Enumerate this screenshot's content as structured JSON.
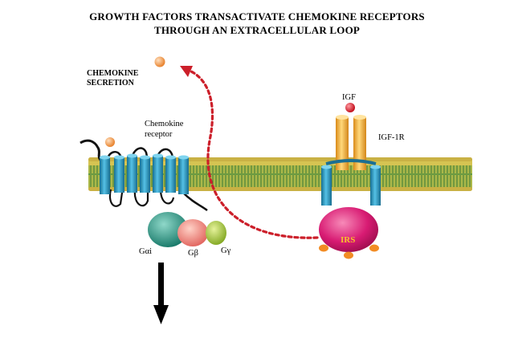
{
  "title": {
    "line1": "GROWTH FACTORS TRANSACTIVATE CHEMOKINE RECEPTORS",
    "line2": "THROUGH AN EXTRACELLULAR LOOP"
  },
  "labels": {
    "chemokine_secretion_line1": "CHEMOKINE",
    "chemokine_secretion_line2": "SECRETION",
    "chemokine_receptor_line1": "Chemokine",
    "chemokine_receptor_line2": "receptor",
    "igf": "IGF",
    "igf1r": "IGF-1R",
    "irs": "IRS",
    "g_alpha_i": "Gαi",
    "g_beta": "Gβ",
    "g_gamma": "Gγ"
  },
  "colors": {
    "receptor_blue": "#2e9bc6",
    "irs_magenta": "#d81b73",
    "g_alpha_teal": "#1f9e8c",
    "g_beta_salmon": "#ef7f78",
    "g_gamma_green": "#a8c93a",
    "igf_orange": "#f2a93b",
    "ball_orange": "#f39a4c",
    "arrow_red": "#cc1f2a",
    "membrane_green": "#3b8a3e",
    "membrane_yellow": "#d9c24a"
  }
}
